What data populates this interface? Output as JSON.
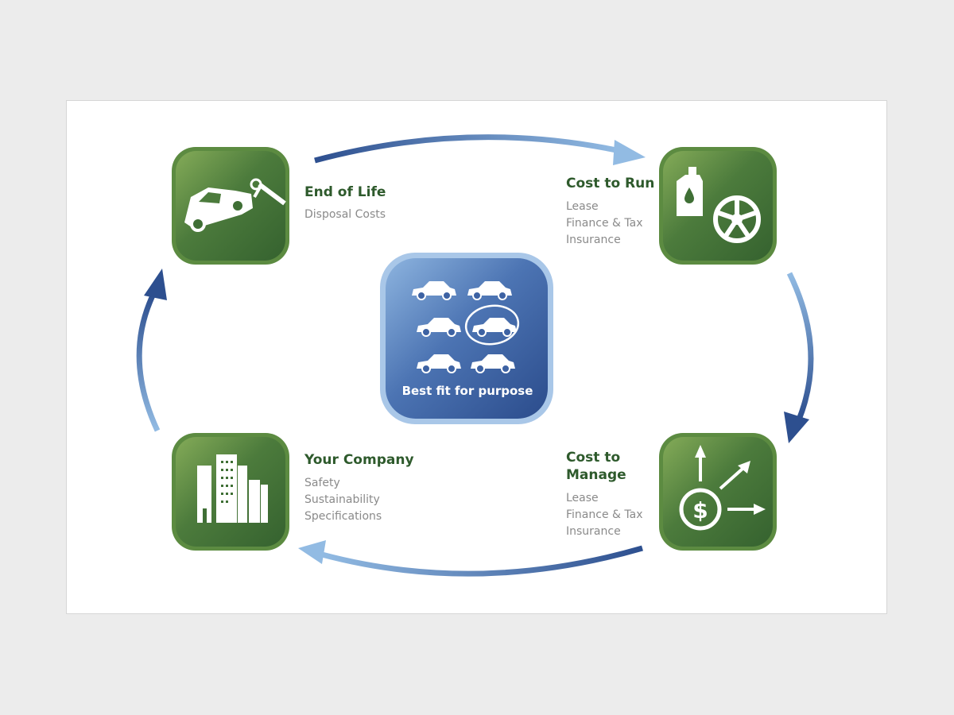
{
  "nodes": {
    "end_of_life": {
      "title": "End of Life",
      "lines": [
        "Disposal Costs"
      ],
      "icon": "tow-truck-icon"
    },
    "cost_to_run": {
      "title": "Cost to Run",
      "lines": [
        "Lease",
        "Finance & Tax",
        "Insurance"
      ],
      "icon": "oil-and-tyre-icon"
    },
    "cost_to_manage": {
      "title_lines": [
        "Cost to",
        "Manage"
      ],
      "lines": [
        "Lease",
        "Finance & Tax",
        "Insurance"
      ],
      "icon": "dollar-arrows-icon"
    },
    "your_company": {
      "title": "Your Company",
      "lines": [
        "Safety",
        "Sustainability",
        "Specifications"
      ],
      "icon": "office-buildings-icon"
    }
  },
  "center": {
    "caption": "Best fit for purpose",
    "icon": "car-fleet-icon"
  },
  "colors": {
    "green_dark": "#3f6f35",
    "green_light": "#7fa653",
    "blue_dark": "#2d4f8f",
    "blue_light": "#8fb7e0",
    "title_green": "#2e5a2c",
    "text_gray": "#8a8a8a"
  }
}
